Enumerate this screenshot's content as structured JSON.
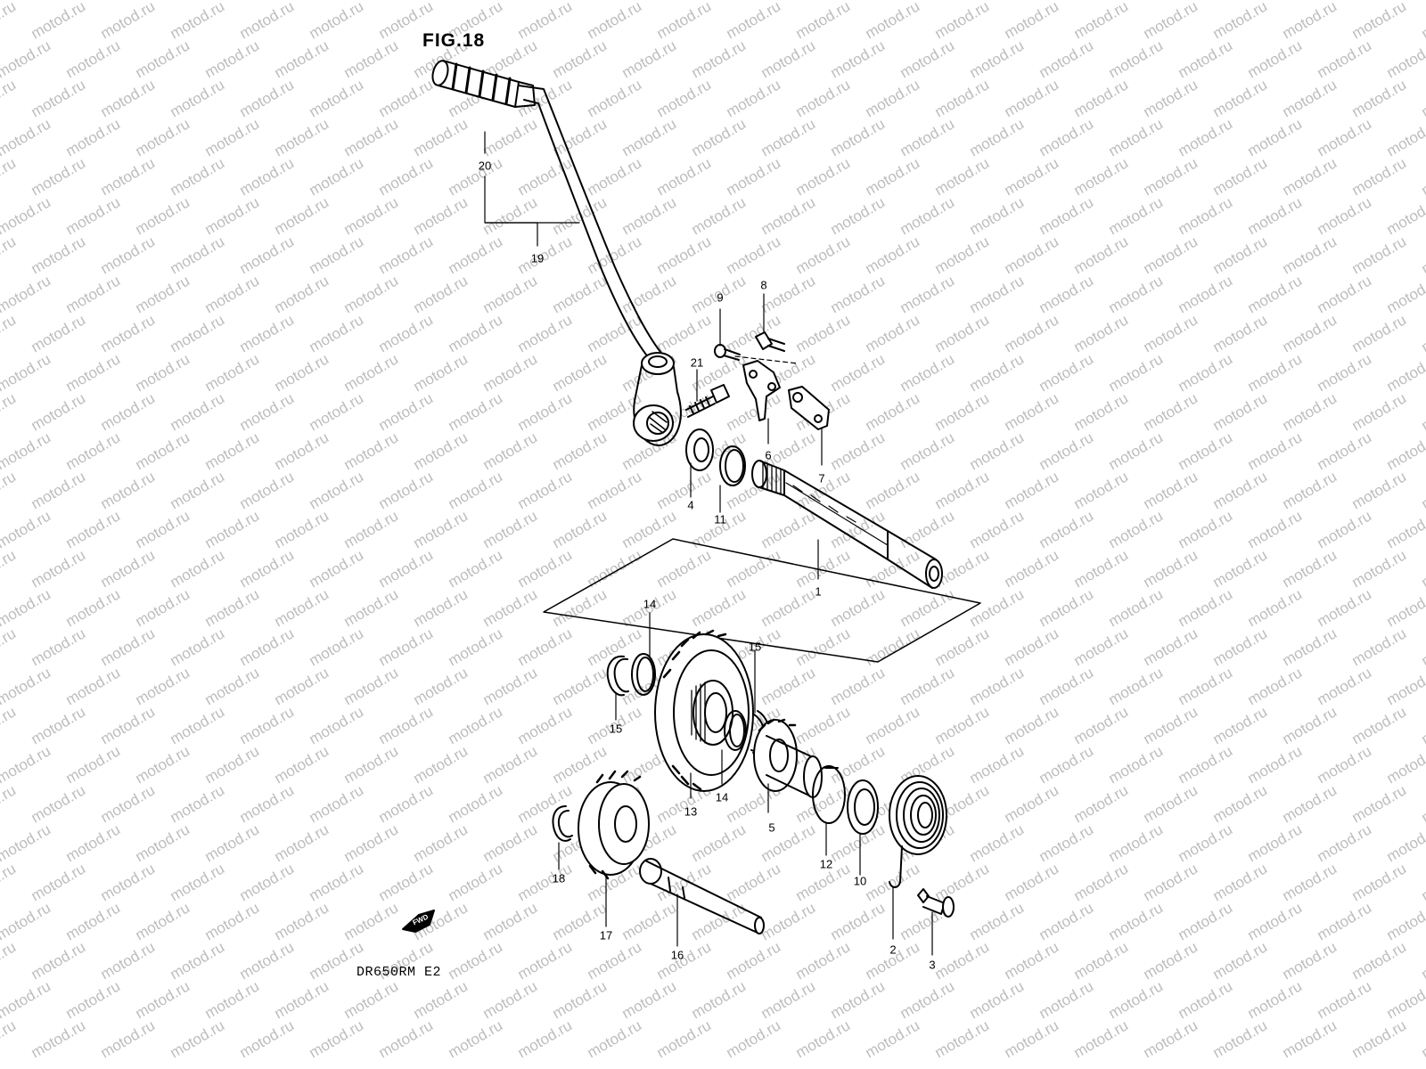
{
  "figure": {
    "title": "FIG.18"
  },
  "model_code": "DR650RM E2",
  "watermark": {
    "text": "motod.ru",
    "color": "#bdbdbd"
  },
  "fwd_badge": {
    "text": "FWD"
  },
  "callouts": [
    {
      "id": "c1",
      "text": "1"
    },
    {
      "id": "c2",
      "text": "2"
    },
    {
      "id": "c3",
      "text": "3"
    },
    {
      "id": "c4",
      "text": "4"
    },
    {
      "id": "c5",
      "text": "5"
    },
    {
      "id": "c6",
      "text": "6"
    },
    {
      "id": "c7",
      "text": "7"
    },
    {
      "id": "c8",
      "text": "8"
    },
    {
      "id": "c9",
      "text": "9"
    },
    {
      "id": "c10",
      "text": "10"
    },
    {
      "id": "c11",
      "text": "11"
    },
    {
      "id": "c12",
      "text": "12"
    },
    {
      "id": "c13",
      "text": "13"
    },
    {
      "id": "c14a",
      "text": "14"
    },
    {
      "id": "c14b",
      "text": "14"
    },
    {
      "id": "c15a",
      "text": "15"
    },
    {
      "id": "c15b",
      "text": "15"
    },
    {
      "id": "c16",
      "text": "16"
    },
    {
      "id": "c17",
      "text": "17"
    },
    {
      "id": "c18",
      "text": "18"
    },
    {
      "id": "c19",
      "text": "19"
    },
    {
      "id": "c20",
      "text": "20"
    },
    {
      "id": "c21",
      "text": "21"
    }
  ]
}
